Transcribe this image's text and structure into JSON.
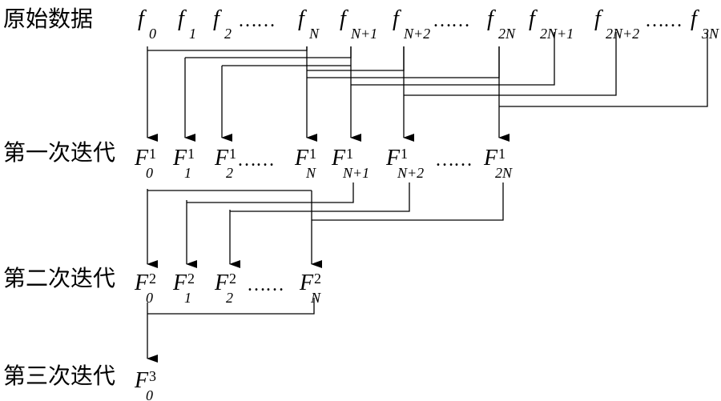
{
  "rows": {
    "original": "原始数据",
    "iter1": "第一次迭代",
    "iter2": "第二次迭代",
    "iter3": "第三次迭代"
  },
  "ellipsis": "……",
  "original": {
    "f0": {
      "base": "f",
      "sub": "0"
    },
    "f1": {
      "base": "f",
      "sub": "1"
    },
    "f2": {
      "base": "f",
      "sub": "2"
    },
    "fN": {
      "base": "f",
      "sub": "N"
    },
    "fN1": {
      "base": "f",
      "sub": "N+1"
    },
    "fN2": {
      "base": "f",
      "sub": "N+2"
    },
    "f2N": {
      "base": "f",
      "sub": "2N"
    },
    "f2N1": {
      "base": "f",
      "sub": "2N+1"
    },
    "f2N2": {
      "base": "f",
      "sub": "2N+2"
    },
    "f3N": {
      "base": "f",
      "sub": "3N"
    }
  },
  "iter1": {
    "F0": {
      "base": "F",
      "sup": "1",
      "sub": "0"
    },
    "F1": {
      "base": "F",
      "sup": "1",
      "sub": "1"
    },
    "F2": {
      "base": "F",
      "sup": "1",
      "sub": "2"
    },
    "FN": {
      "base": "F",
      "sup": "1",
      "sub": "N"
    },
    "FN1": {
      "base": "F",
      "sup": "1",
      "sub": "N+1"
    },
    "FN2": {
      "base": "F",
      "sup": "1",
      "sub": "N+2"
    },
    "F2N": {
      "base": "F",
      "sup": "1",
      "sub": "2N"
    }
  },
  "iter2": {
    "F0": {
      "base": "F",
      "sup": "2",
      "sub": "0"
    },
    "F1": {
      "base": "F",
      "sup": "2",
      "sub": "1"
    },
    "F2": {
      "base": "F",
      "sup": "2",
      "sub": "2"
    },
    "FN": {
      "base": "F",
      "sup": "2",
      "sub": "N"
    }
  },
  "iter3": {
    "F0": {
      "base": "F",
      "sup": "3",
      "sub": "0"
    }
  }
}
